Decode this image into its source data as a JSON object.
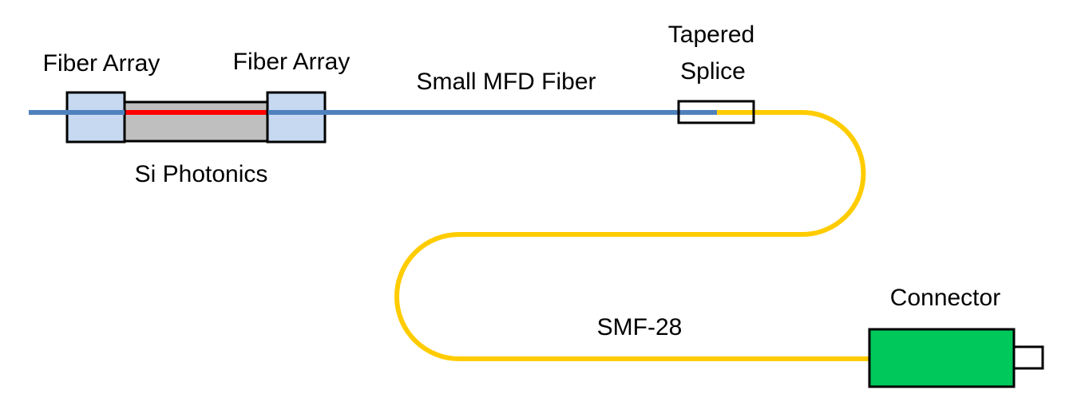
{
  "labels": {
    "fiber_array_left": "Fiber Array",
    "fiber_array_right": "Fiber Array",
    "small_mfd_fiber": "Small MFD Fiber",
    "tapered": "Tapered",
    "splice": "Splice",
    "si_photonics": "Si Photonics",
    "connector": "Connector",
    "smf28": "SMF-28"
  },
  "colors": {
    "small_mfd_fiber": "#4f81bd",
    "smf28_fiber": "#ffcc00",
    "waveguide": "#ff0000",
    "si_chip": "#bfbfbf",
    "fiber_array_block": "#c6d9f1",
    "connector_body": "#00c85a",
    "outline": "#000000"
  }
}
